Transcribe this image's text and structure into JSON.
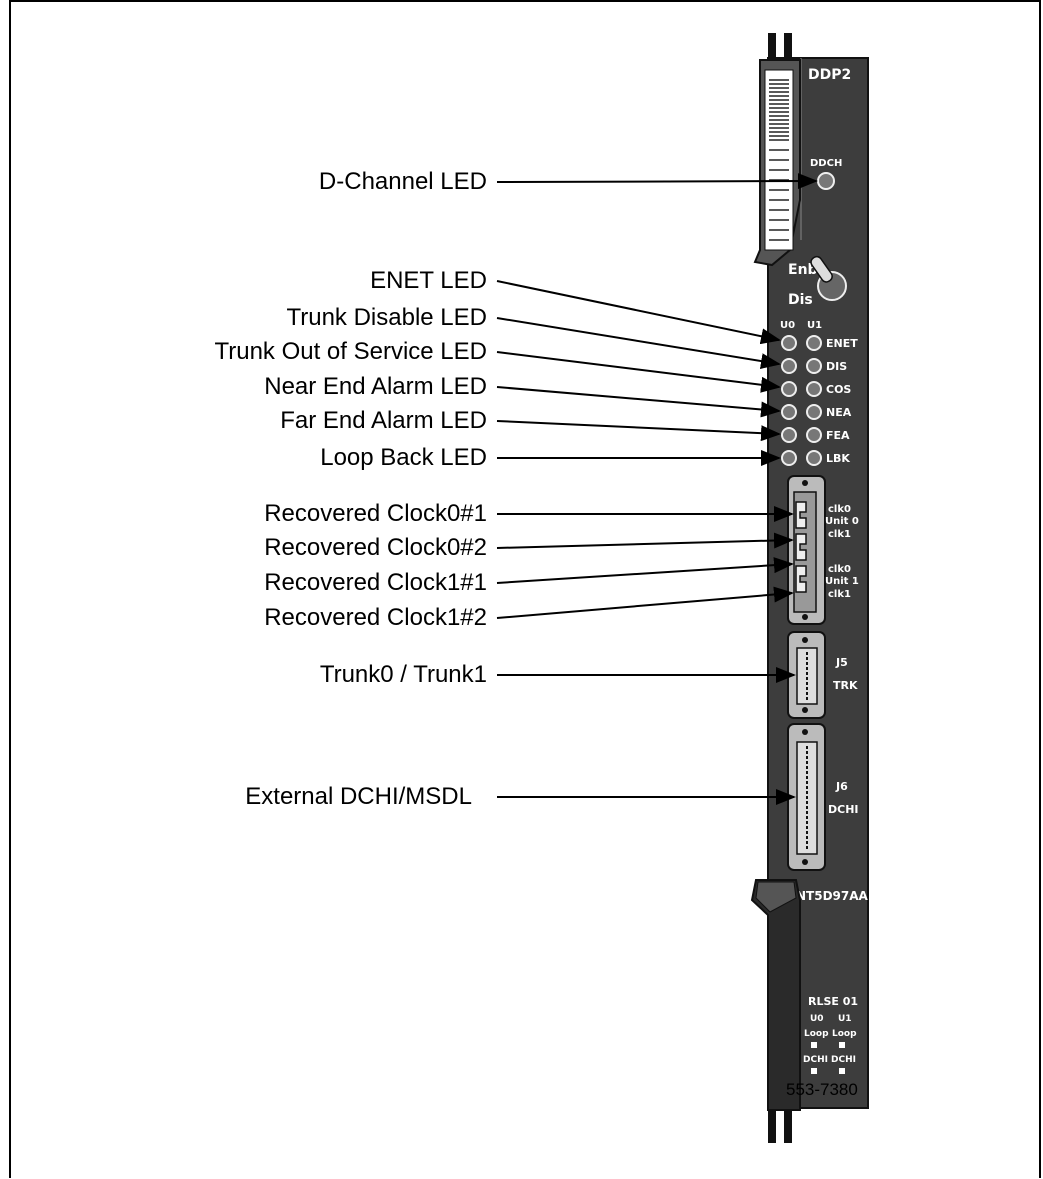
{
  "callouts": {
    "d_channel_led": "D-Channel LED",
    "enet_led": "ENET LED",
    "trunk_disable_led": "Trunk Disable LED",
    "trunk_out_of_service_led": "Trunk Out of Service LED",
    "near_end_alarm_led": "Near End Alarm LED",
    "far_end_alarm_led": "Far End Alarm LED",
    "loop_back_led": "Loop Back LED",
    "recovered_clock0_1": "Recovered Clock0#1",
    "recovered_clock0_2": "Recovered Clock0#2",
    "recovered_clock1_1": "Recovered Clock1#1",
    "recovered_clock1_2": "Recovered Clock1#2",
    "trunk0_trunk1": "Trunk0 / Trunk1",
    "external_dchi_msdl": "External DCHI/MSDL"
  },
  "panel": {
    "card_name": "DDP2",
    "ddch": "DDCH",
    "enb": "Enb",
    "dis": "Dis",
    "u0": "U0",
    "u1": "U1",
    "led_labels": [
      "ENET",
      "DIS",
      "COS",
      "NEA",
      "FEA",
      "LBK"
    ],
    "clk0_a": "clk0",
    "unit0": "Unit 0",
    "clk1_a": "clk1",
    "clk0_b": "clk0",
    "unit1": "Unit 1",
    "clk1_b": "clk1",
    "j5": "J5",
    "trk": "TRK",
    "j6": "J6",
    "dchi": "DCHI",
    "part_number": "NT5D97AA",
    "release": "RLSE 01",
    "bottom_u0": "U0",
    "bottom_u1": "U1",
    "loop_a": "Loop",
    "loop_b": "Loop",
    "dchi_a": "DCHI",
    "dchi_b": "DCHI"
  },
  "figure_number": "553-7380"
}
